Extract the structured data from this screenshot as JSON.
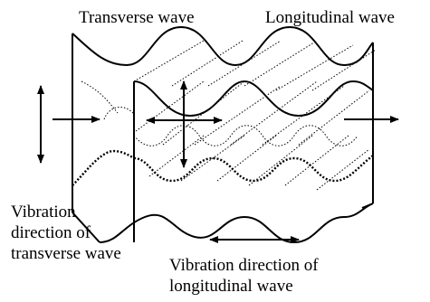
{
  "labels": {
    "transverse_wave": "Transverse wave",
    "longitudinal_wave": "Longitudinal wave",
    "vibration_transverse": [
      "Vibration",
      "direction of",
      "transverse wave"
    ],
    "vibration_longitudinal": [
      "Vibration direction of",
      "longitudinal wave"
    ]
  },
  "colors": {
    "line": "#000000",
    "background": "#ffffff"
  }
}
